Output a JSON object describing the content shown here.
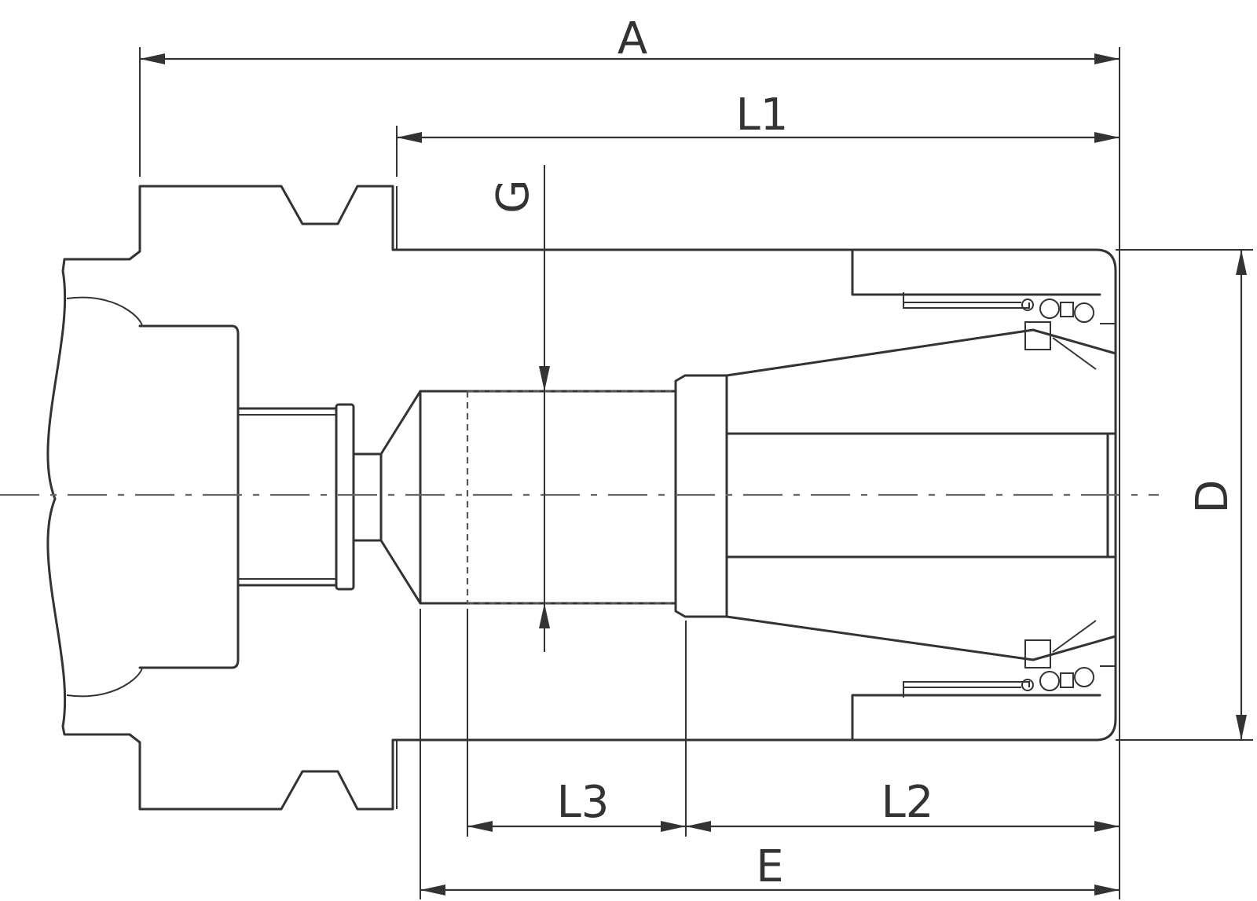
{
  "labels": {
    "A": "A",
    "L1": "L1",
    "G": "G",
    "D": "D",
    "L3": "L3",
    "L2": "L2",
    "E": "E"
  },
  "colors": {
    "line": "#333333",
    "background": "#ffffff"
  }
}
